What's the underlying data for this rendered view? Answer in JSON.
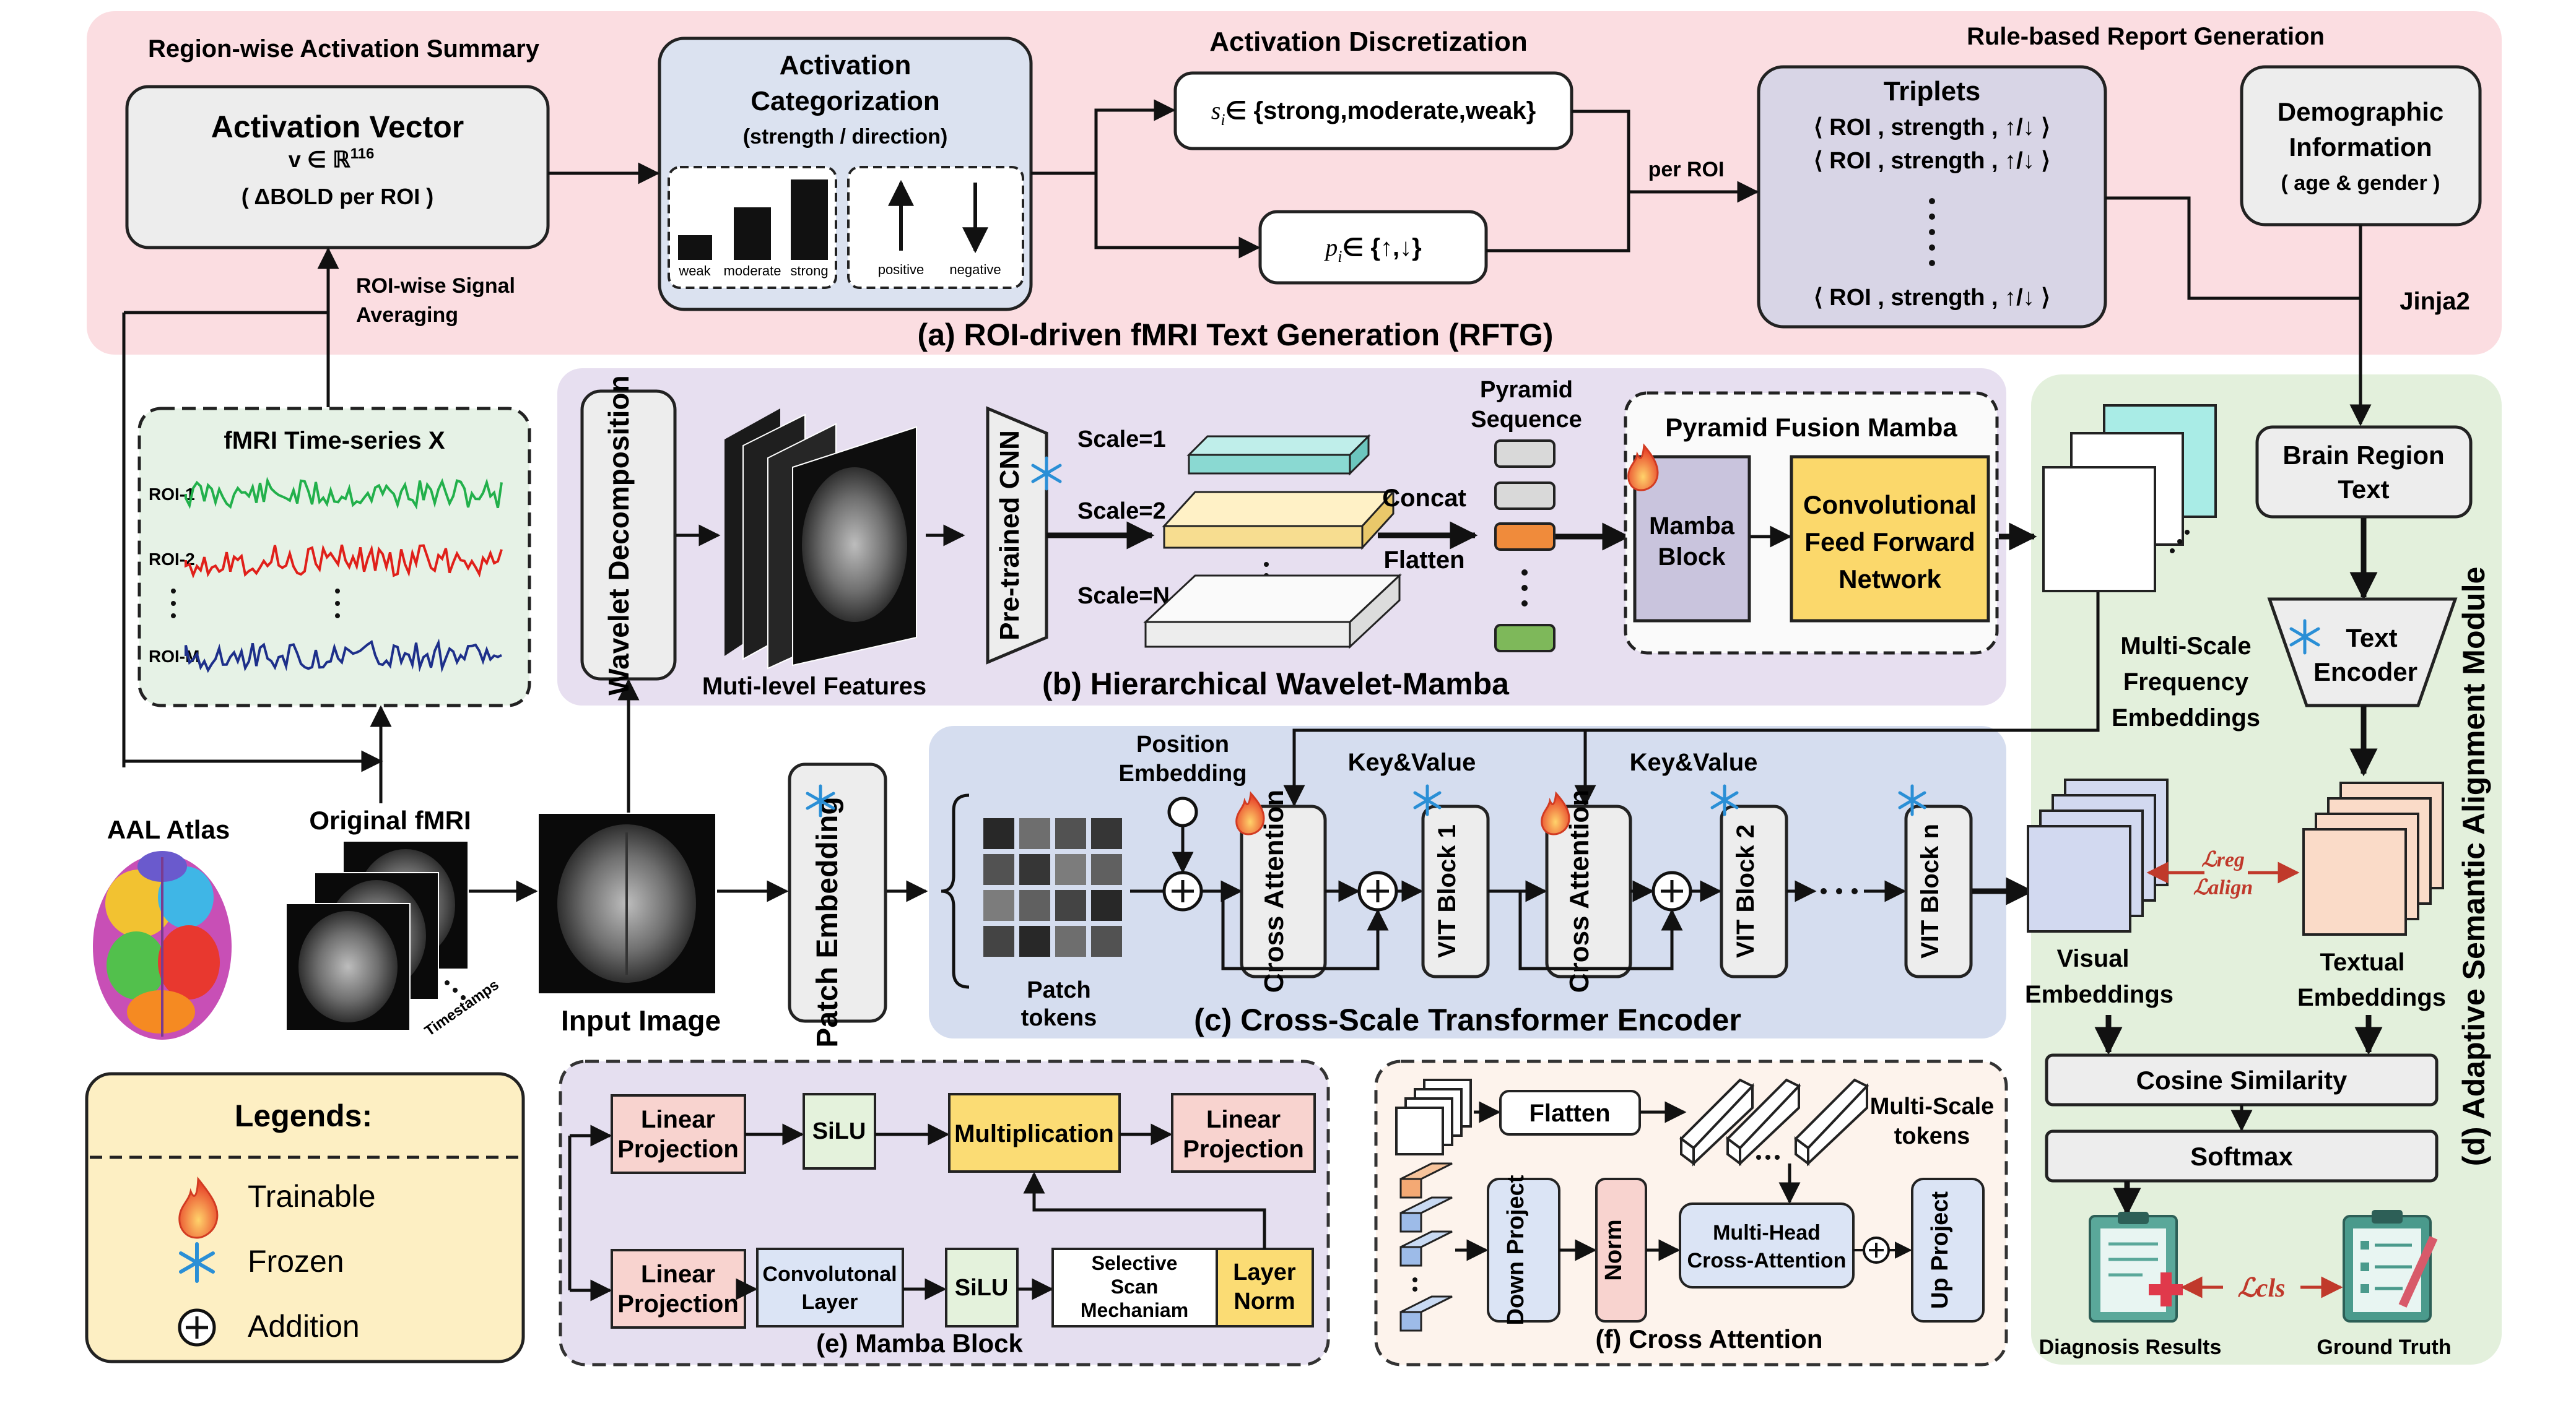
{
  "rftg": {
    "summary_title": "Region-wise Activation Summary",
    "vector_title": "Activation Vector",
    "vector_math_main": "v ∈ ℝ",
    "vector_math_sup": "116",
    "vector_sub": "( ΔBOLD per ROI )",
    "roi_signal_1": "ROI-wise Signal",
    "roi_signal_2": "Averaging",
    "cat_title_1": "Activation",
    "cat_title_2": "Categorization",
    "cat_sub": "(strength / direction)",
    "bar_labels": [
      "weak",
      "moderate",
      "strong"
    ],
    "dir_labels": [
      "positive",
      "negative"
    ],
    "disc_title": "Activation Discretization",
    "s_symbol": "s",
    "s_index": "i",
    "s_set": "∈ {strong,moderate,weak}",
    "p_symbol": "p",
    "p_index": "i",
    "p_set": "∈ {↑,↓}",
    "per_roi": "per ROI",
    "report_title": "Rule-based Report Generation",
    "triplets_title": "Triplets",
    "triplet_line": "⟨ ROI , strength ,  ↑/↓ ⟩",
    "demo_1": "Demographic",
    "demo_2": "Information",
    "demo_3": "( age & gender )",
    "jinja": "Jinja2",
    "caption": "(a) ROI-driven fMRI Text Generation (RFTG)"
  },
  "timeseries": {
    "title": "fMRI Time-series X",
    "rows": [
      "ROI-1",
      "ROI-2",
      "ROI-M"
    ],
    "colors": [
      "#22b04b",
      "#e0201a",
      "#1d2f8a"
    ]
  },
  "atlas_label": "AAL Atlas",
  "original_label": "Original fMRI",
  "timestamps_label": "Timestamps",
  "input_label": "Input Image",
  "hwm": {
    "wavelet": "Wavelet Decomposition",
    "features_label": "Muti-level Features",
    "cnn": "Pre-trained CNN",
    "scales": [
      "Scale=1",
      "Scale=2",
      "Scale=N"
    ],
    "concat": "Concat",
    "flatten": "Flatten",
    "pyramid_1": "Pyramid",
    "pyramid_2": "Sequence",
    "fusion_title": "Pyramid Fusion Mamba",
    "mamba_1": "Mamba",
    "mamba_2": "Block",
    "cffn_1": "Convolutional",
    "cffn_2": "Feed Forward",
    "cffn_3": "Network",
    "caption": "(b) Hierarchical Wavelet-Mamba"
  },
  "msfe": {
    "l1": "Multi-Scale",
    "l2": "Frequency",
    "l3": "Embeddings"
  },
  "cste": {
    "patch_embedding": "Patch Embedding",
    "patch_tokens_1": "Patch",
    "patch_tokens_2": "tokens",
    "pos_1": "Position",
    "pos_2": "Embedding",
    "key_value": "Key&Value",
    "cross_attention": "Cross Attention",
    "vit1": "VIT Block 1",
    "vit2": "VIT Block 2",
    "vitn": "VIT Block n",
    "caption": "(c) Cross-Scale Transformer Encoder"
  },
  "align": {
    "title": "(d) Adaptive Semantic Alignment Module",
    "brain_1": "Brain Region",
    "brain_2": "Text",
    "text_enc_1": "Text",
    "text_enc_2": "Encoder",
    "visual_1": "Visual",
    "visual_2": "Embeddings",
    "textual_1": "Textual",
    "textual_2": "Embeddings",
    "l_reg": "ℒreg",
    "l_align": "ℒalign",
    "cosine": "Cosine Similarity",
    "softmax": "Softmax",
    "diagnosis": "Diagnosis Results",
    "ground": "Ground Truth",
    "l_cls": "ℒcls"
  },
  "legend": {
    "title": "Legends:",
    "trainable": "Trainable",
    "frozen": "Frozen",
    "addition": "Addition"
  },
  "mamba": {
    "lin1": [
      "Linear",
      "Projection"
    ],
    "silu": "SiLU",
    "mult": "Multiplication",
    "lin_out": [
      "Linear",
      "Projection"
    ],
    "lin2": [
      "Linear",
      "Projection"
    ],
    "conv": [
      "Convolutonal",
      "Layer"
    ],
    "silu2": "SiLU",
    "ssm": [
      "Selective",
      "Scan",
      "Mechaniam"
    ],
    "norm": [
      "Layer",
      "Norm"
    ],
    "caption": "(e) Mamba Block"
  },
  "crossattn": {
    "flatten": "Flatten",
    "tokens_1": "Multi-Scale",
    "tokens_2": "tokens",
    "down": "Down Project",
    "norm": "Norm",
    "mhca_1": "Multi-Head",
    "mhca_2": "Cross-Attention",
    "up": "Up Project",
    "caption": "(f) Cross Attention"
  }
}
